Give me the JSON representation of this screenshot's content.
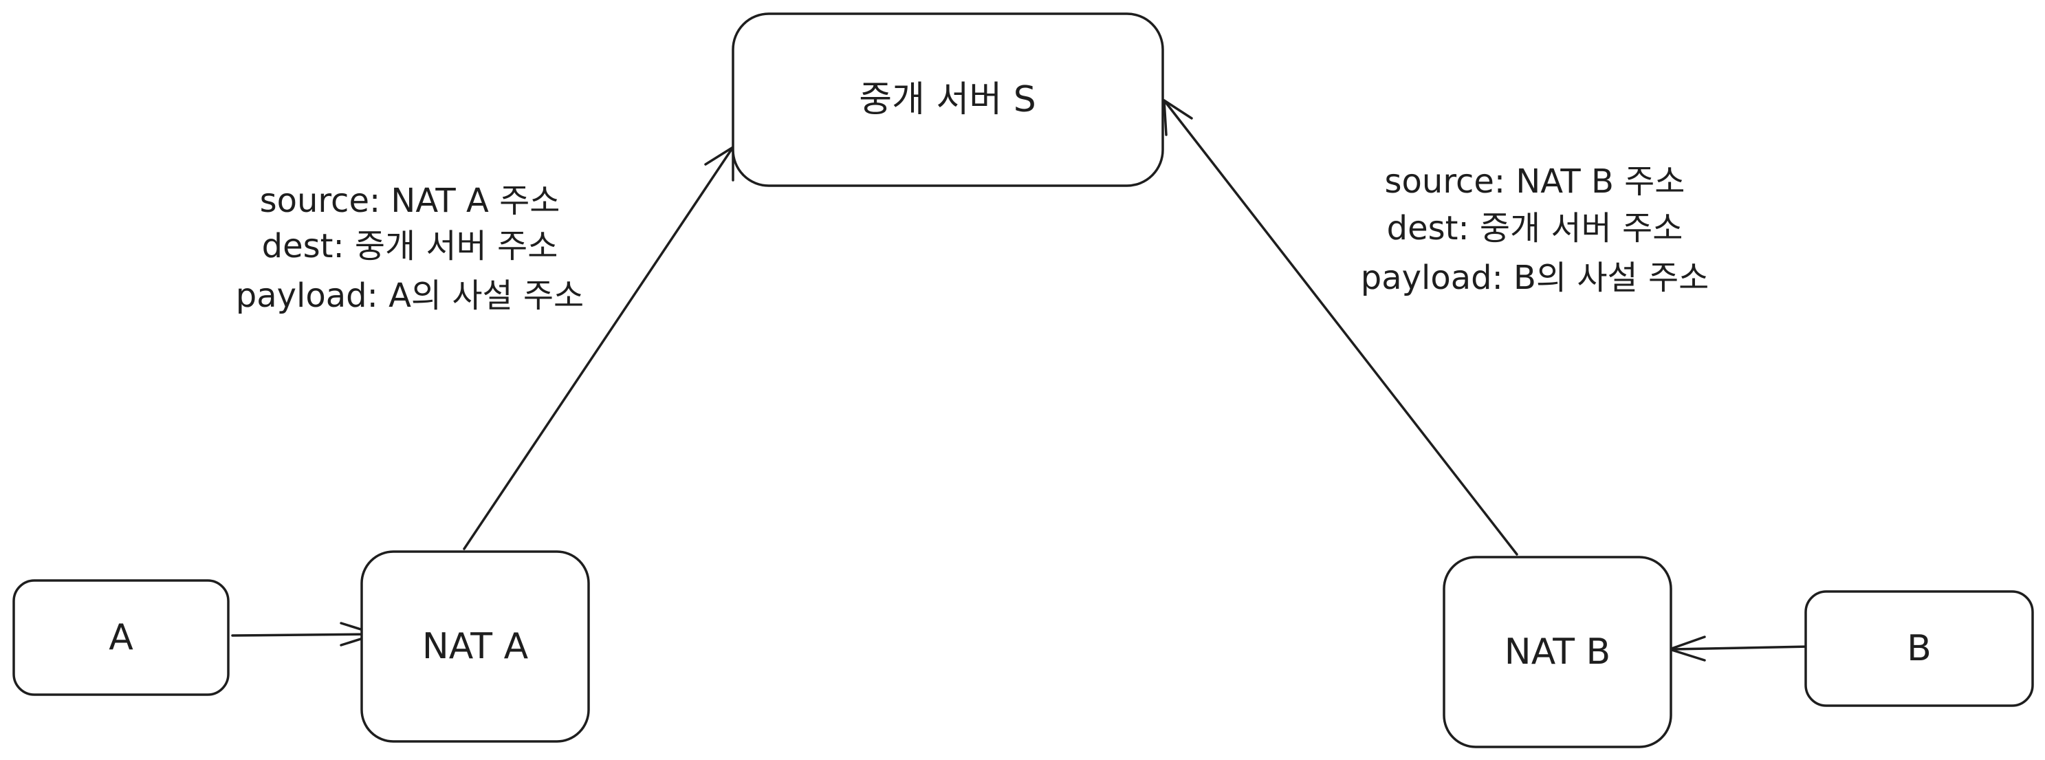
{
  "colors": {
    "stroke": "#1e1e1e",
    "background": "#ffffff"
  },
  "nodes": {
    "relay_server": "중개 서버 S",
    "host_a": "A",
    "nat_a": "NAT A",
    "nat_b": "NAT B",
    "host_b": "B"
  },
  "edges": {
    "nat_a_to_server": {
      "lines": [
        "source: NAT A 주소",
        "dest: 중개 서버 주소",
        "payload: A의 사설 주소"
      ]
    },
    "nat_b_to_server": {
      "lines": [
        "source: NAT B 주소",
        "dest: 중개 서버 주소",
        "payload: B의 사설 주소"
      ]
    }
  }
}
